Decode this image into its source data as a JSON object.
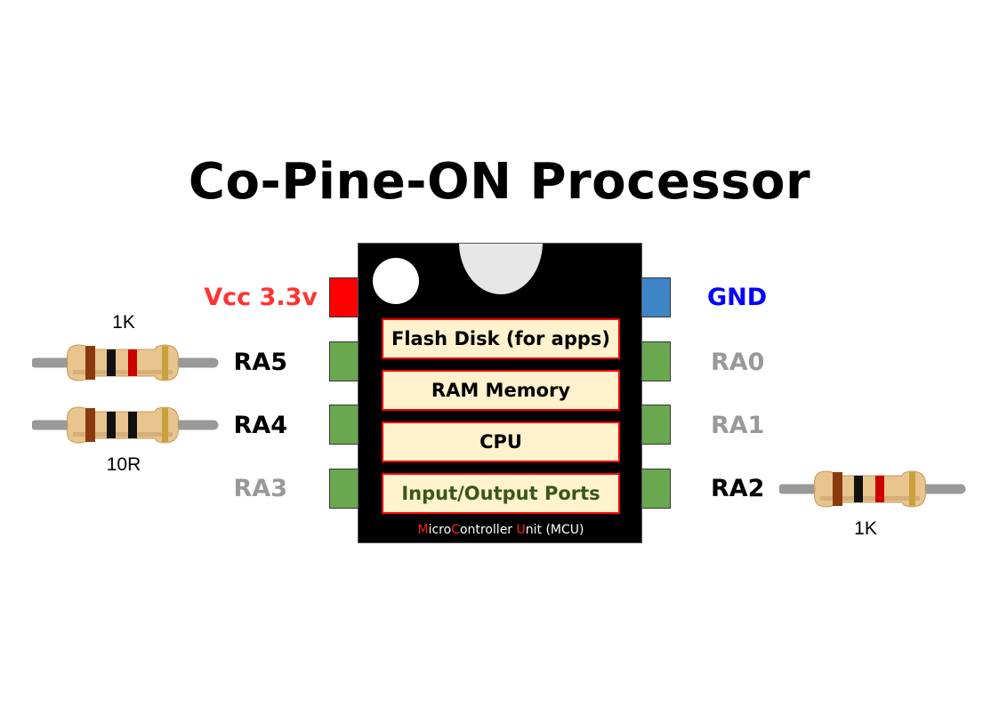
{
  "title": "Co-Pine-ON Processor",
  "chip": {
    "blocks": [
      "Flash Disk (for apps)",
      "RAM Memory",
      "CPU",
      "Input/Output Ports"
    ],
    "mcu_label": {
      "m": "M",
      "icro": "icro",
      "c": "C",
      "ontroller": "ontroller ",
      "u": "U",
      "nit": "nit (MCU)"
    }
  },
  "pins_left": [
    {
      "label": "Vcc 3.3v",
      "color": "#ff3333",
      "pin_color": "#ff0000"
    },
    {
      "label": "RA5",
      "color": "#000000",
      "pin_color": "#6aa84f"
    },
    {
      "label": "RA4",
      "color": "#000000",
      "pin_color": "#6aa84f"
    },
    {
      "label": "RA3",
      "color": "#999999",
      "pin_color": "#6aa84f"
    }
  ],
  "pins_right": [
    {
      "label": "GND",
      "color": "#0000ff",
      "pin_color": "#3d85c6"
    },
    {
      "label": "RA0",
      "color": "#999999",
      "pin_color": "#6aa84f"
    },
    {
      "label": "RA1",
      "color": "#999999",
      "pin_color": "#6aa84f"
    },
    {
      "label": "RA2",
      "color": "#000000",
      "pin_color": "#6aa84f"
    }
  ],
  "resistors": [
    {
      "label": "1K",
      "attached_to": "RA5",
      "bands": [
        "#8b3a0f",
        "#111111",
        "#cc0000",
        "#c9a13b"
      ]
    },
    {
      "label": "10R",
      "attached_to": "RA4",
      "bands": [
        "#8b3a0f",
        "#111111",
        "#111111",
        "#c9a13b"
      ]
    },
    {
      "label": "1K",
      "attached_to": "RA2",
      "bands": [
        "#8b3a0f",
        "#111111",
        "#cc0000",
        "#c9a13b"
      ]
    }
  ]
}
